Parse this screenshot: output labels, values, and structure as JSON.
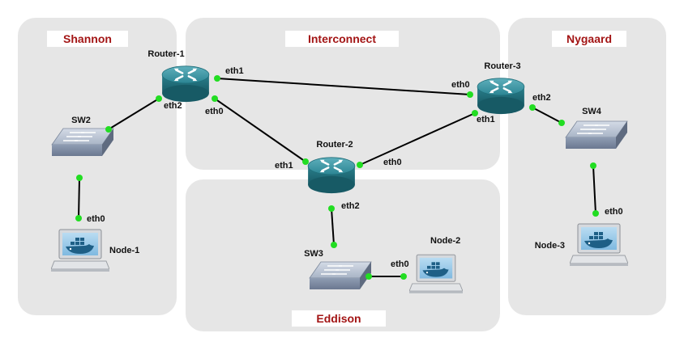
{
  "colors": {
    "zone_fill": "#e6e6e6",
    "zone_title": "#a31515",
    "link": "#000000",
    "port": "#22dd22"
  },
  "zones": [
    {
      "id": "shannon",
      "title": "Shannon"
    },
    {
      "id": "interconnect",
      "title": "Interconnect"
    },
    {
      "id": "nygaard",
      "title": "Nygaard"
    },
    {
      "id": "eddison",
      "title": "Eddison"
    }
  ],
  "devices": [
    {
      "id": "router1",
      "type": "router",
      "icon": "router-icon",
      "label": "Router-1"
    },
    {
      "id": "router2",
      "type": "router",
      "icon": "router-icon",
      "label": "Router-2"
    },
    {
      "id": "router3",
      "type": "router",
      "icon": "router-icon",
      "label": "Router-3"
    },
    {
      "id": "sw2",
      "type": "switch",
      "icon": "switch-icon",
      "label": "SW2"
    },
    {
      "id": "sw3",
      "type": "switch",
      "icon": "switch-icon",
      "label": "SW3"
    },
    {
      "id": "sw4",
      "type": "switch",
      "icon": "switch-icon",
      "label": "SW4"
    },
    {
      "id": "node1",
      "type": "host",
      "icon": "docker-laptop-icon",
      "label": "Node-1"
    },
    {
      "id": "node2",
      "type": "host",
      "icon": "docker-laptop-icon",
      "label": "Node-2"
    },
    {
      "id": "node3",
      "type": "host",
      "icon": "docker-laptop-icon",
      "label": "Node-3"
    }
  ],
  "links": [
    {
      "from": "router1",
      "from_port": "eth1",
      "to": "router3",
      "to_port": "eth0"
    },
    {
      "from": "router1",
      "from_port": "eth0",
      "to": "router2",
      "to_port": "eth1"
    },
    {
      "from": "router2",
      "from_port": "eth0",
      "to": "router3",
      "to_port": "eth1"
    },
    {
      "from": "router1",
      "from_port": "eth2",
      "to": "sw2",
      "to_port": ""
    },
    {
      "from": "sw2",
      "from_port": "",
      "to": "node1",
      "to_port": "eth0"
    },
    {
      "from": "router2",
      "from_port": "eth2",
      "to": "sw3",
      "to_port": ""
    },
    {
      "from": "sw3",
      "from_port": "",
      "to": "node2",
      "to_port": "eth0"
    },
    {
      "from": "router3",
      "from_port": "eth2",
      "to": "sw4",
      "to_port": ""
    },
    {
      "from": "sw4",
      "from_port": "",
      "to": "node3",
      "to_port": "eth0"
    }
  ]
}
